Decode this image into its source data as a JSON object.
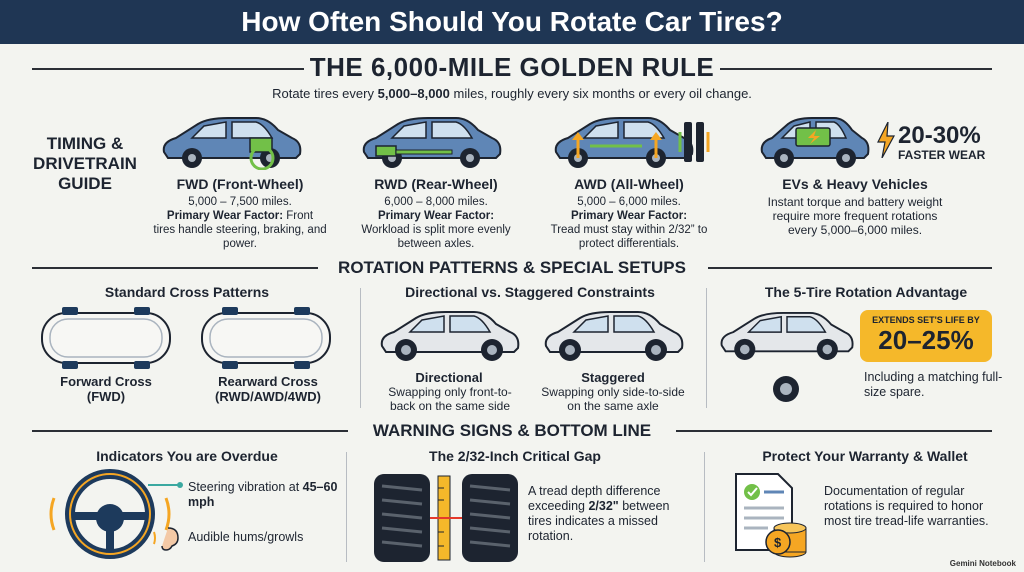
{
  "title": "How Often Should You Rotate Car Tires?",
  "golden_rule": {
    "heading": "THE 6,000-MILE GOLDEN RULE",
    "sub_prefix": "Rotate tires every ",
    "sub_bold": "5,000–8,000",
    "sub_suffix": " miles, roughly every six months or every oil change."
  },
  "timing_heading": "TIMING & DRIVETRAIN GUIDE",
  "drivetrains": [
    {
      "title": "FWD (Front-Wheel)",
      "miles": "5,000 – 7,500 miles.",
      "factor_label": "Primary Wear Factor:",
      "factor_inline": " Front",
      "factor_rest": "tires handle steering, braking, and power."
    },
    {
      "title": "RWD (Rear-Wheel)",
      "miles": "6,000 – 8,000 miles.",
      "factor_label": "Primary Wear Factor:",
      "factor_rest": "Workload is split more evenly between axles."
    },
    {
      "title": "AWD (All-Wheel)",
      "miles": "5,000 – 6,000 miles.",
      "factor_label": "Primary Wear Factor:",
      "factor_rest": "Tread must stay within 2/32” to protect differentials."
    },
    {
      "title": "EVs & Heavy Vehicles",
      "line": "Instant torque and battery weight require more frequent rotations every 5,000–6,000 miles."
    }
  ],
  "ev_badge": {
    "pct": "20-30%",
    "text": "FASTER WEAR"
  },
  "patterns": {
    "heading": "ROTATION PATTERNS & SPECIAL SETUPS",
    "cross_heading": "Standard Cross Patterns",
    "forward": "Forward Cross (FWD)",
    "rearward": "Rearward Cross (RWD/AWD/4WD)",
    "constraints_heading": "Directional vs. Staggered Constraints",
    "directional_title": "Directional",
    "directional_text": "Swapping only front-to-back on the same side",
    "staggered_title": "Staggered",
    "staggered_text": "Swapping only side-to-side on the same axle",
    "five_heading": "The 5-Tire Rotation Advantage",
    "badge_small": "EXTENDS SET'S LIFE BY",
    "badge_big": "20–25%",
    "five_text": "Including a matching full-size spare."
  },
  "warning": {
    "heading": "WARNING SIGNS & BOTTOM LINE",
    "overdue_heading": "Indicators You are Overdue",
    "vibration_prefix": "Steering vibration at ",
    "vibration_bold": "45–60",
    "vibration_suffix": " mph",
    "audible": "Audible hums/growls",
    "gap_heading": "The 2/32-Inch Critical Gap",
    "gap_text_prefix": "A tread depth difference exceeding ",
    "gap_text_bold": "2/32\"",
    "gap_text_suffix": " between tires indicates a missed rotation.",
    "warranty_heading": "Protect Your Warranty & Wallet",
    "warranty_text": "Documentation of regular rotations is required to honor most tire tread-life warranties."
  },
  "footer": "Gemini Notebook",
  "colors": {
    "header": "#1f3654",
    "car_blue": "#5f86b6",
    "accent_green": "#72c048",
    "accent_orange": "#f5a623",
    "badge_yellow": "#f5b82a"
  }
}
